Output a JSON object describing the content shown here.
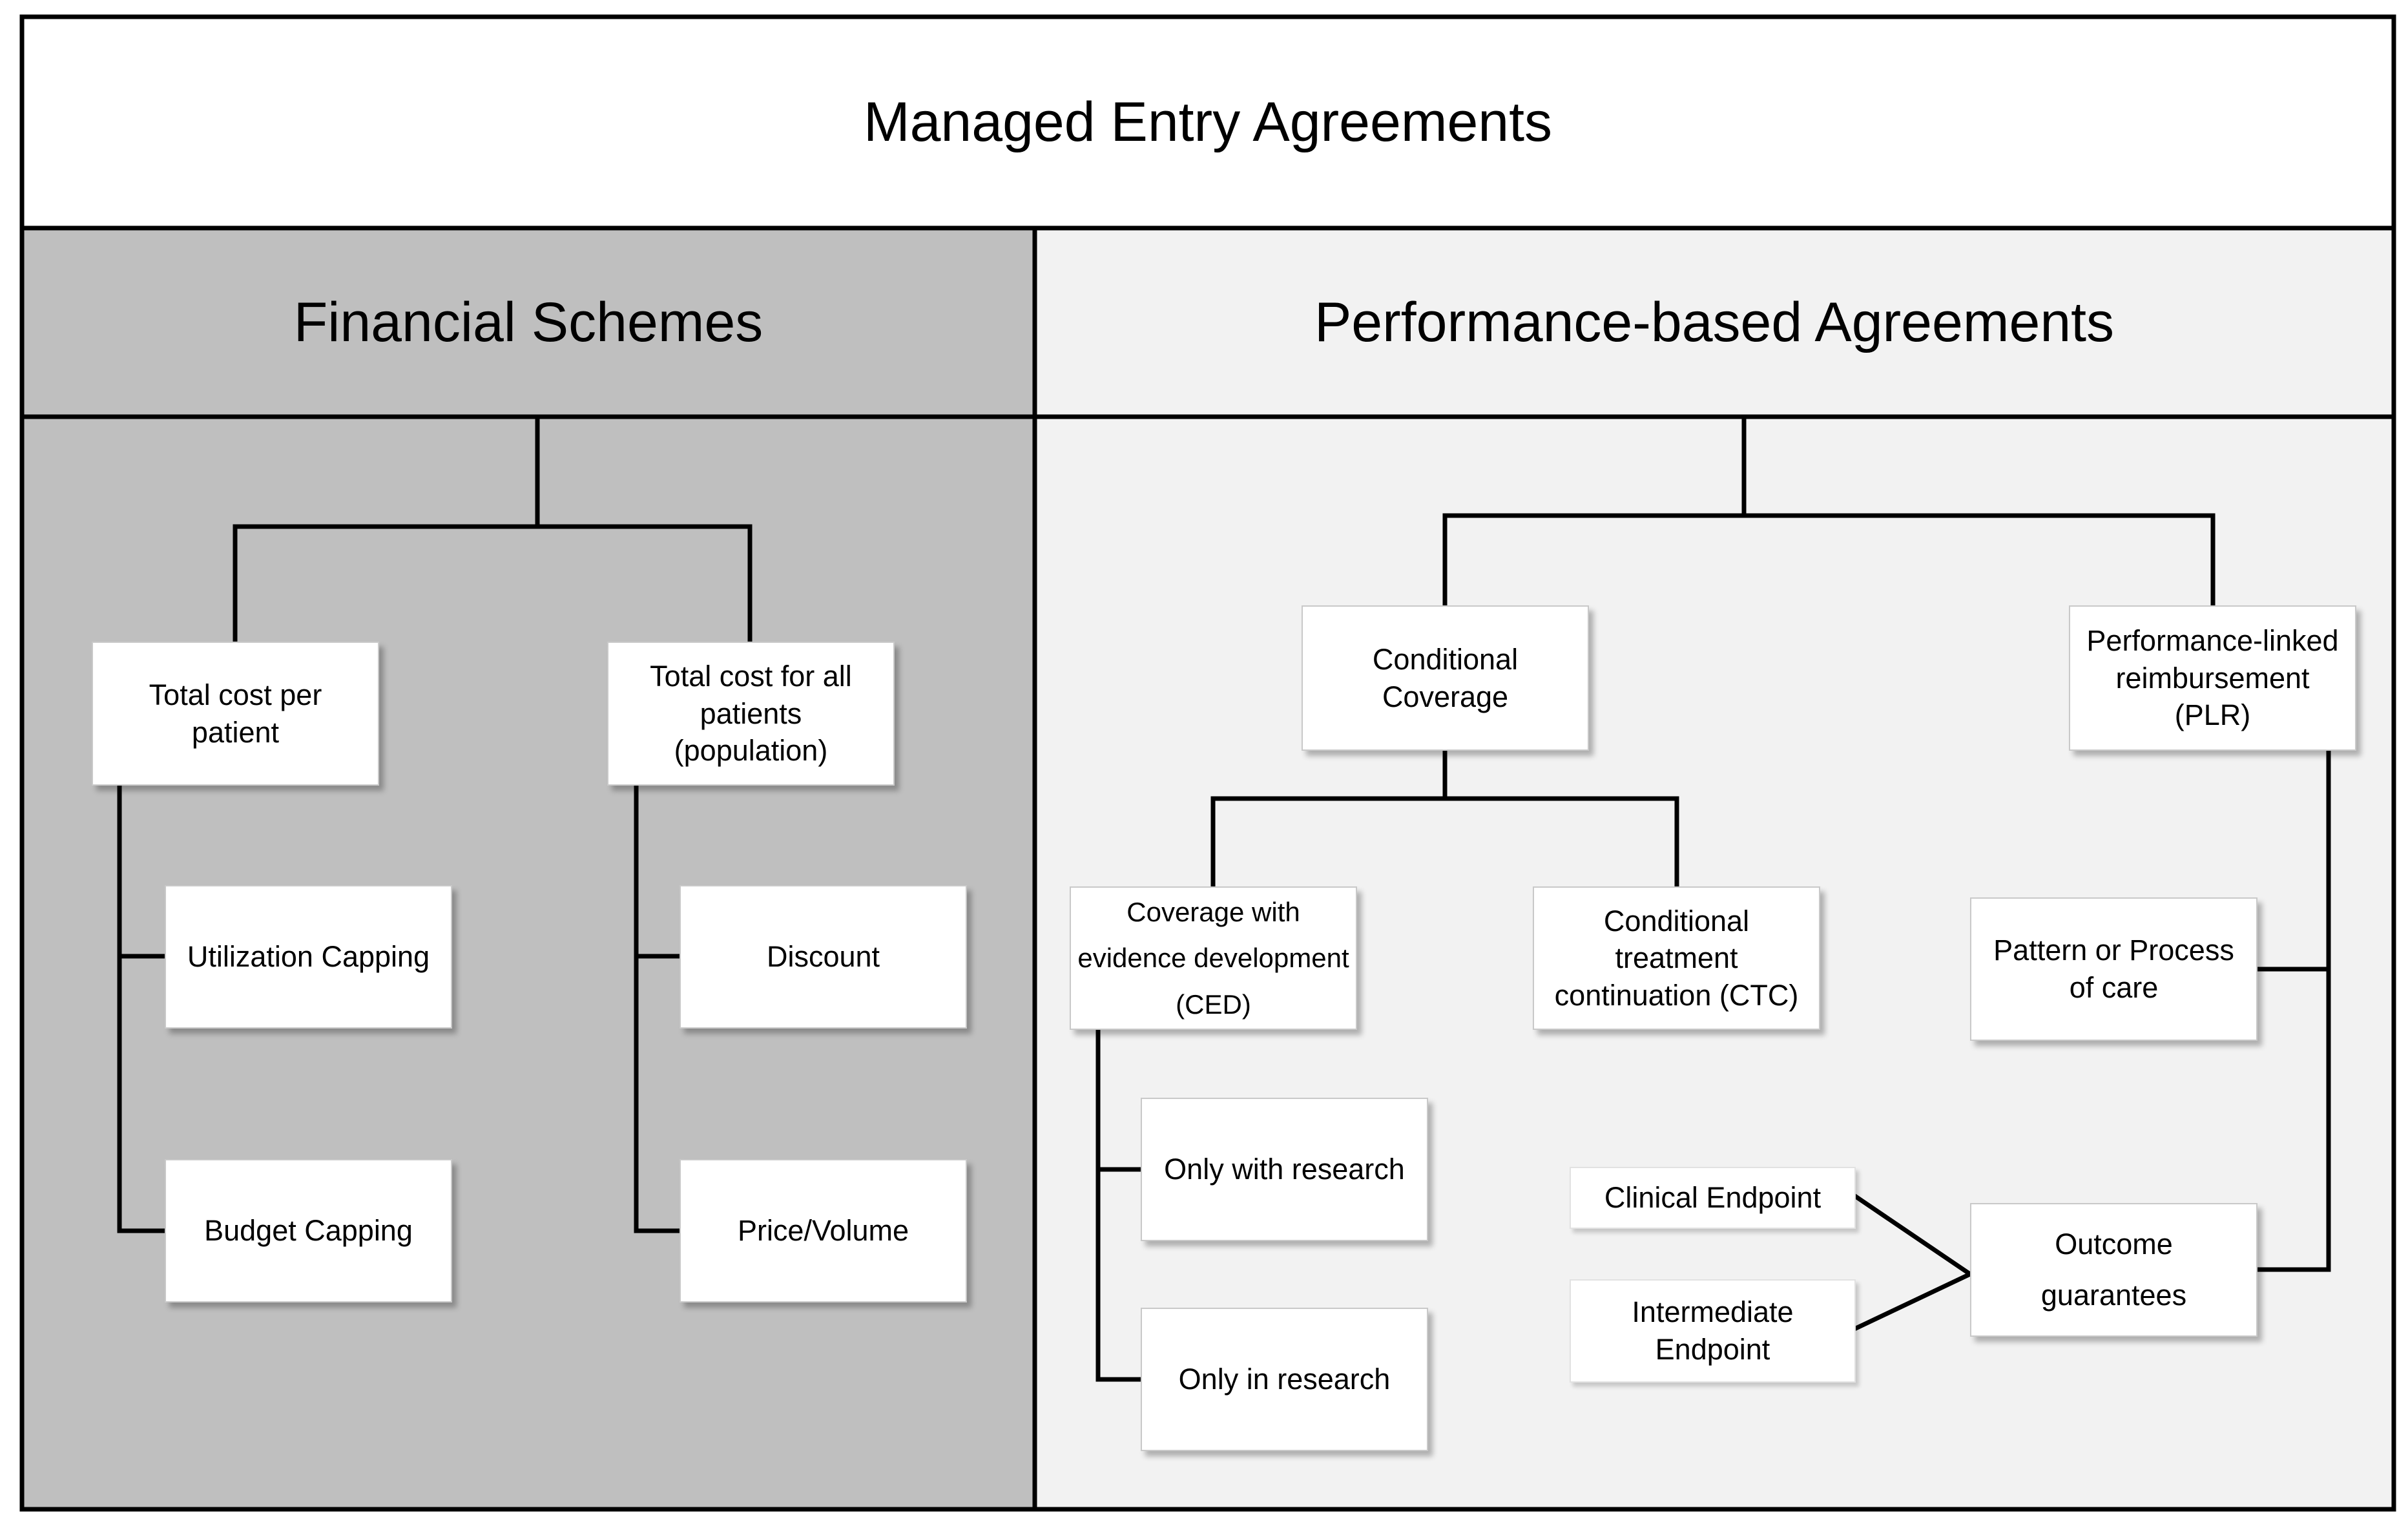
{
  "diagram": {
    "title": "Managed Entry Agreements",
    "colors": {
      "financial_bg": "#bfbfbf",
      "performance_bg": "#f2f2f2",
      "title_bg": "#ffffff",
      "line": "#000000"
    },
    "financial": {
      "heading": "Financial Schemes",
      "per_patient": "Total cost per\npatient",
      "all_patients": "Total cost for all\npatients\n(population)",
      "utilization_capping": "Utilization Capping",
      "budget_capping": "Budget Capping",
      "discount": "Discount",
      "price_volume": "Price/Volume"
    },
    "performance": {
      "heading": "Performance-based Agreements",
      "conditional_coverage": "Conditional\nCoverage",
      "plr": "Performance-linked\nreimbursement\n(PLR)",
      "ced": "Coverage with\nevidence development\n(CED)",
      "ctc": "Conditional\ntreatment\ncontinuation (CTC)",
      "only_with_research": "Only with research",
      "only_in_research": "Only in research",
      "pattern_of_care": "Pattern or Process\nof care",
      "clinical_endpoint": "Clinical Endpoint",
      "intermediate_endpoint": "Intermediate\nEndpoint",
      "outcome_guarantees": "Outcome\nguarantees"
    }
  }
}
